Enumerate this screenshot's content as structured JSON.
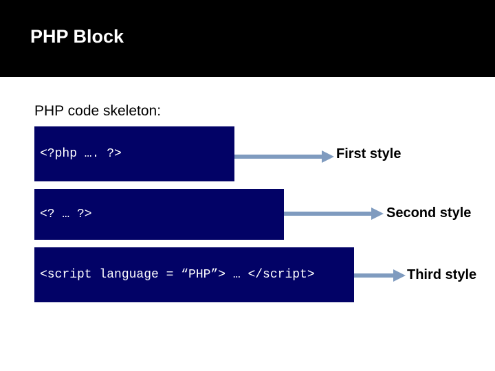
{
  "header": {
    "title": "PHP Block"
  },
  "subtitle": "PHP code skeleton:",
  "styles": [
    {
      "code": "<?php …. ?>",
      "label": "First style"
    },
    {
      "code": "<? … ?>",
      "label": "Second style"
    },
    {
      "code": "<script language = “PHP”> … </script>",
      "label": "Third style"
    }
  ],
  "colors": {
    "box": "#020266",
    "arrow": "#7f9bbf"
  }
}
